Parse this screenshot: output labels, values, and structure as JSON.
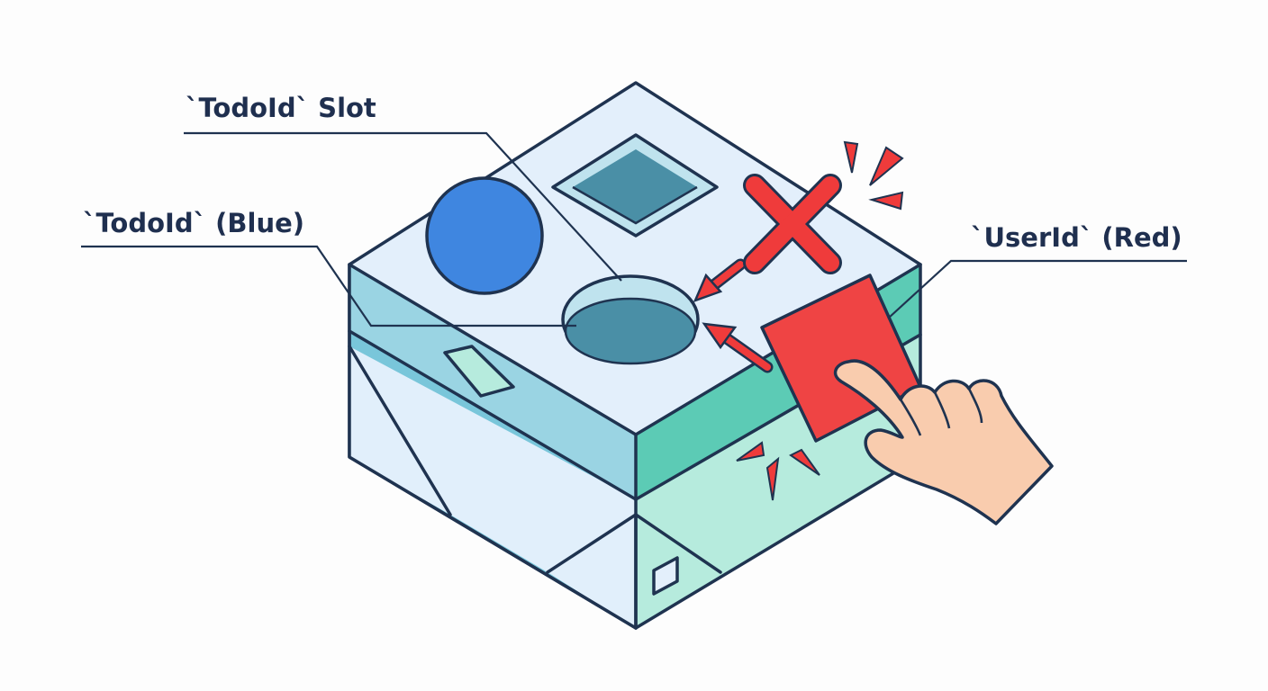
{
  "labels": {
    "todoid_slot": "`TodoId` Slot",
    "todoid_blue": "`TodoId` (Blue)",
    "userid_red": "`UserId` (Red)"
  },
  "colors": {
    "outline": "#1f3350",
    "top_face": "#e3effb",
    "left_face": "#79c6da",
    "right_face": "#5ccbb5",
    "right_face_light": "#b6ebdd",
    "blue_peg": "#3f86e0",
    "slot_fill": "#4a8fa6",
    "red_card": "#ef4444",
    "reject_mark": "#ef3b3b",
    "hand_skin": "#f9ccae"
  },
  "icons": {
    "reject": "x-mark-icon",
    "hand": "pointing-hand-icon"
  }
}
